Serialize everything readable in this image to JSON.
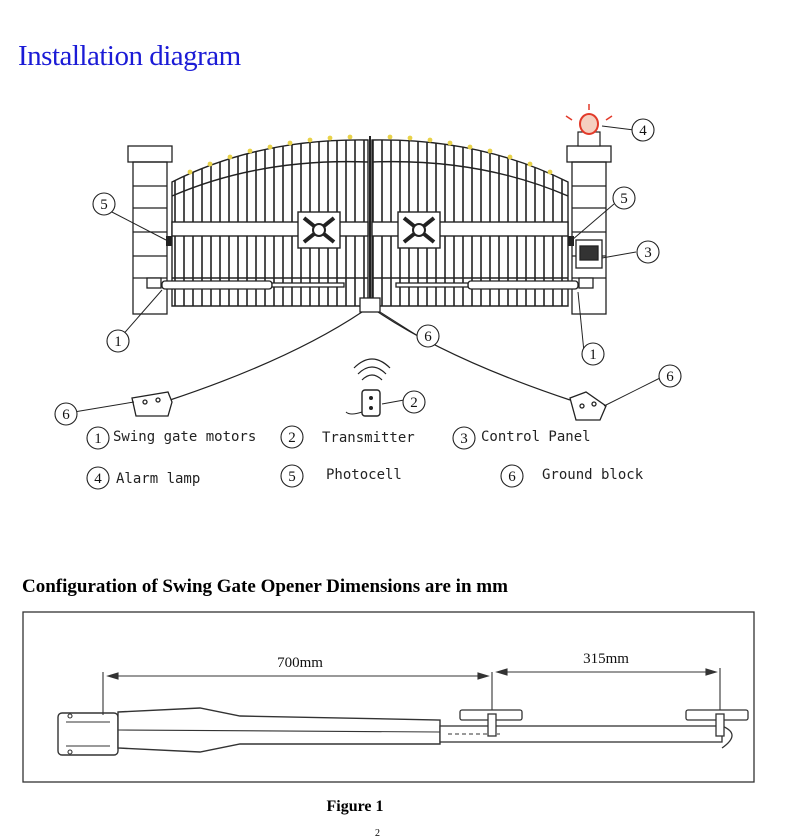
{
  "title": "Installation diagram",
  "callouts": {
    "motor_left": "1",
    "motor_right": "1",
    "transmitter": "2",
    "control_panel": "3",
    "alarm_lamp": "4",
    "photocell_left": "5",
    "photocell_right": "5",
    "ground_block_left": "6",
    "ground_block_right": "6",
    "ground_block_center": "6"
  },
  "legend": [
    {
      "num": "1",
      "label": "Swing gate motors"
    },
    {
      "num": "2",
      "label": "Transmitter"
    },
    {
      "num": "3",
      "label": "Control Panel"
    },
    {
      "num": "4",
      "label": "Alarm lamp"
    },
    {
      "num": "5",
      "label": "Photocell"
    },
    {
      "num": "6",
      "label": "Ground block"
    }
  ],
  "section_title": "Configuration of Swing Gate Opener Dimensions are in mm",
  "dimensions": {
    "a": "700mm",
    "b": "315mm"
  },
  "figure_caption": "Figure 1",
  "page_number": "2",
  "colors": {
    "title": "#1b1bd6",
    "lamp": "#e23a2a",
    "spikes": "#e8d24a"
  }
}
